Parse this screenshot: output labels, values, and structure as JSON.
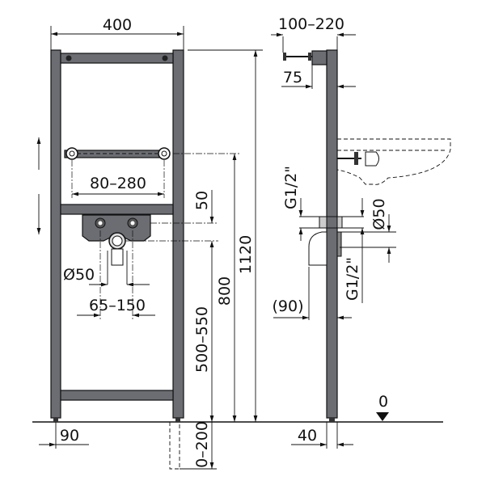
{
  "title": "Installation frame for washbasin - dimensions (mm)",
  "front_view": {
    "width": "400",
    "height_total": "1120",
    "height_rail": "800",
    "offset_fittings": "50",
    "drain_height": "500–550",
    "floor_range": "0–200",
    "rail_spacing": "80–280",
    "drain_diameter": "Ø50",
    "fitting_spacing": "65–150",
    "foot_offset": "90"
  },
  "side_view": {
    "depth_range": "100–220",
    "depth_min": "75",
    "thread_top": "G1/2\"",
    "drain_diameter": "Ø50",
    "thread_bottom": "G1/2\"",
    "elbow_offset": "(90)",
    "foot_depth": "40",
    "floor_level": "0"
  },
  "colors": {
    "frame": "#6b6d72",
    "lines": "#111111"
  }
}
